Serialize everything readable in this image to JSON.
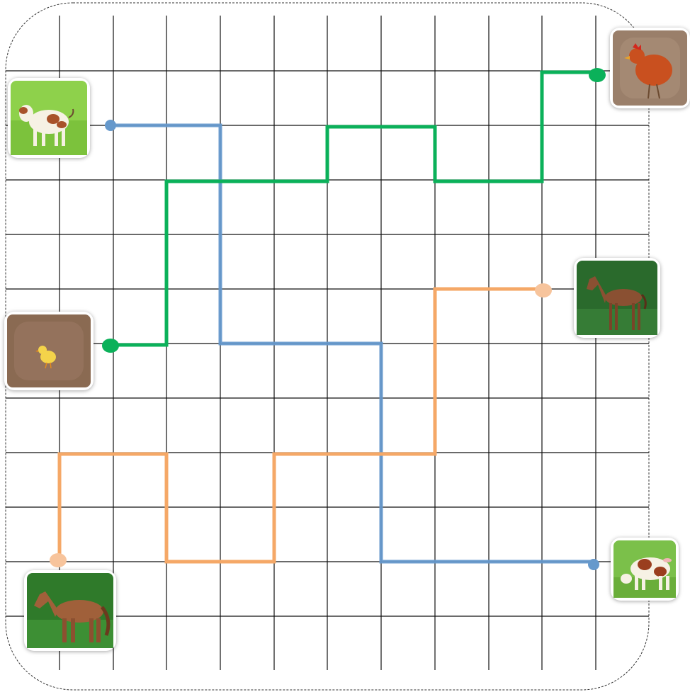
{
  "puzzle": {
    "grid": {
      "columns": 12,
      "rows": 12
    },
    "paths": [
      {
        "id": "calf-to-cow",
        "from": "calf",
        "to": "cow",
        "color": "#6699cc"
      },
      {
        "id": "chick-to-hen",
        "from": "chick",
        "to": "hen",
        "color": "#0bb15a"
      },
      {
        "id": "horse-to-foal",
        "from": "horse",
        "to": "foal",
        "color": "#f5a867"
      }
    ],
    "animals": [
      {
        "id": "calf",
        "icon": "calf-icon",
        "background": "#8ed14b"
      },
      {
        "id": "chick",
        "icon": "chick-icon",
        "background": "#8a6a52"
      },
      {
        "id": "horse",
        "icon": "horse-icon",
        "background": "#2f7a2a"
      },
      {
        "id": "hen",
        "icon": "hen-icon",
        "background": "#9a7f6a"
      },
      {
        "id": "foal",
        "icon": "foal-icon",
        "background": "#2a6a2c"
      },
      {
        "id": "cow",
        "icon": "cow-icon",
        "background": "#7bc04a"
      }
    ]
  }
}
